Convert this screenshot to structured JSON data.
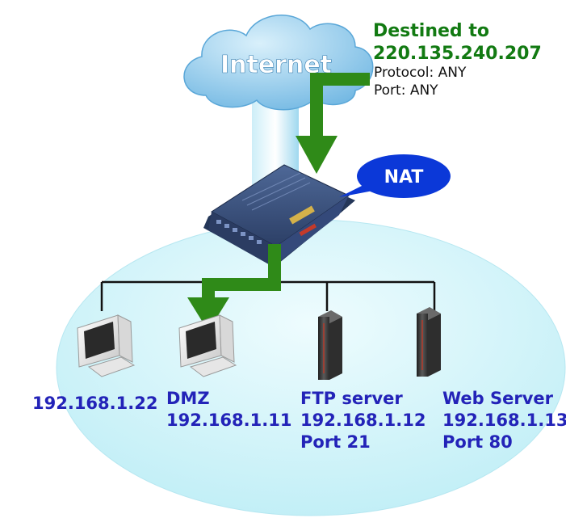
{
  "cloud_label": "Internet",
  "nat_label": "NAT",
  "destination": {
    "line1": "Destined to",
    "ip": "220.135.240.207",
    "protocol": "Protocol: ANY",
    "port": "Port: ANY"
  },
  "nodes": {
    "pc1": {
      "ip": "192.168.1.22"
    },
    "dmz": {
      "name": "DMZ",
      "ip": "192.168.1.11"
    },
    "ftp": {
      "name": "FTP server",
      "ip": "192.168.1.12",
      "port": "Port 21"
    },
    "web": {
      "name": "Web Server",
      "ip": "192.168.1.13",
      "port": "Port 80"
    }
  },
  "colors": {
    "arrow": "#2f8a18",
    "label_blue": "#2323b8",
    "label_green": "#127a12",
    "lan_ellipse": "#c9f1f7",
    "cloud": "#8fc9ea",
    "nat_bubble": "#0b38d8"
  }
}
